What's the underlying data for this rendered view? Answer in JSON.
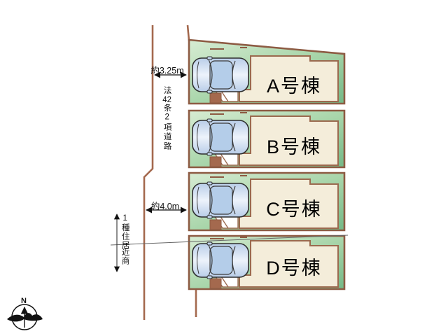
{
  "plan": {
    "lots": [
      {
        "label": "A号棟"
      },
      {
        "label": "B号棟"
      },
      {
        "label": "C号棟"
      },
      {
        "label": "D号棟"
      }
    ],
    "annotations": {
      "road_width_top": "約3.25m",
      "road_width_bottom": "約4.0m",
      "road_name_parts": [
        "法",
        "42",
        "条",
        "2",
        "項",
        "道",
        "路"
      ],
      "zoning_upper": "1種住居",
      "zoning_lower": "近商",
      "compass_north": "N"
    },
    "colors": {
      "road_line": "#a4694e",
      "lot_border": "#8d5b43",
      "lot_green_light": "#d7ecd3",
      "lot_green_dark": "#74b886",
      "building_fill": "#f4edda",
      "building_border": "#9b6a4f",
      "car_body": "#c3d6ee",
      "zoning_line": "#666666"
    }
  }
}
